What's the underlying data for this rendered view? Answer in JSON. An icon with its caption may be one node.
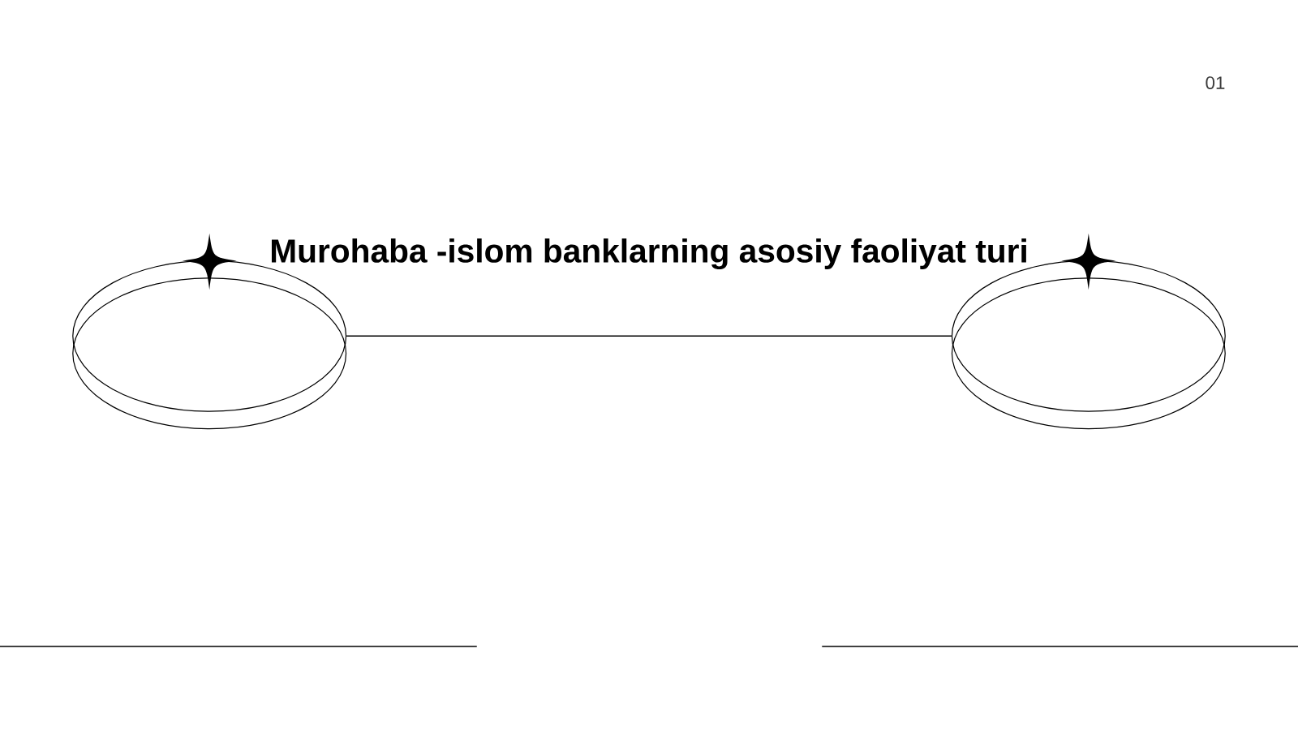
{
  "diagram": {
    "title": "Murohaba -islom banklarning asosiy faoliyat turi",
    "nodes": [
      {
        "text": [],
        "shape": "ellipse"
      },
      {
        "text": [],
        "shape": "ellipse"
      }
    ],
    "edges": [
      {
        "from": 0,
        "to": 1,
        "arrow": "none"
      }
    ],
    "labels": [
      "01"
    ]
  }
}
